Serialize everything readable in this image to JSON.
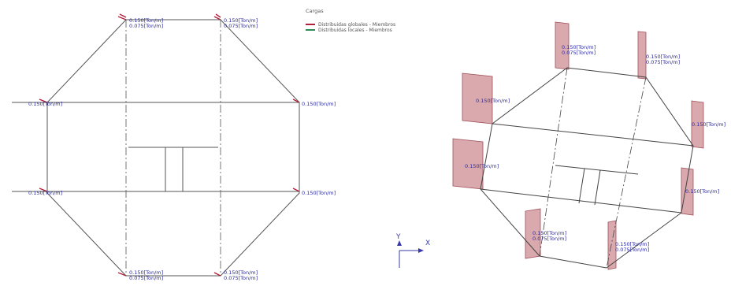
{
  "legend": {
    "title": "Cargas",
    "items": [
      {
        "label": "Distribuidas globales - Miembros",
        "color": "#b0203a"
      },
      {
        "label": "Distribuidas locales - Miembros",
        "color": "#2e8b57"
      }
    ]
  },
  "axes": {
    "y_label": "Y",
    "x_label": "X"
  },
  "plan_view": {
    "labels": {
      "top_left": [
        "0.150[Ton/m]",
        "0.075[Ton/m]"
      ],
      "top_right": [
        "0.150[Ton/m]",
        "0.075[Ton/m]"
      ],
      "mid_left_upper": "0.150[Ton/m]",
      "mid_right_upper": "0.150[Ton/m]",
      "mid_left_lower": "0.150[Ton/m]",
      "mid_right_lower": "0.150[Ton/m]",
      "bottom_left": [
        "0.150[Ton/m]",
        "0.075[Ton/m]"
      ],
      "bottom_right": [
        "0.150[Ton/m]",
        "0.075[Ton/m]"
      ]
    }
  },
  "iso_view": {
    "labels": {
      "top_a": [
        "0.150[Ton/m]",
        "0.075[Ton/m]"
      ],
      "top_b": [
        "0.150[Ton/m]",
        "0.075[Ton/m]"
      ],
      "left_upper": "0.150[Ton/m]",
      "left_lower": "0.150[Ton/m]",
      "right_upper": "0.150[Ton/m]",
      "right_lower": "0.150[Ton/m]",
      "bottom_a": [
        "0.150[Ton/m]",
        "0.075[Ton/m]"
      ],
      "bottom_b": [
        "0.150[Ton/m]",
        "0.075[Ton/m]"
      ]
    }
  }
}
